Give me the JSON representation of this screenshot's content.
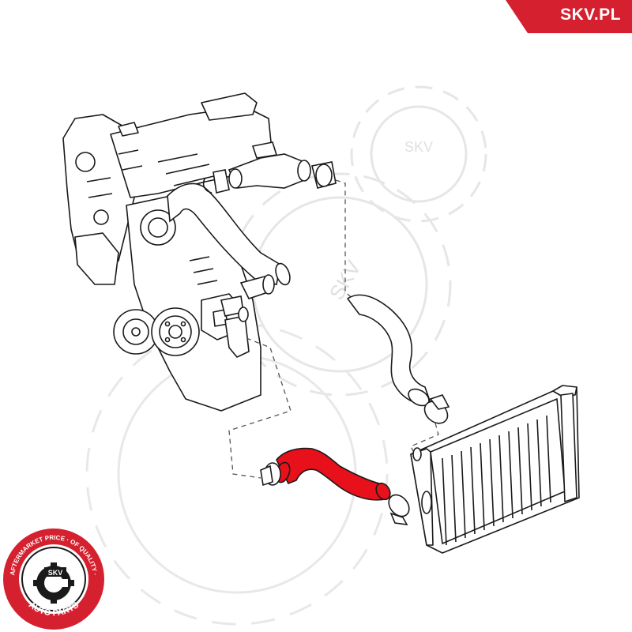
{
  "brand": {
    "site": "SKV.PL",
    "accent_color": "#d5202f"
  },
  "watermark": {
    "text": "SKV",
    "color": "#e6e6e6"
  },
  "seal": {
    "top_text": "AFTERMARKET PRICE · OF QUALITY ·",
    "bottom_text": "AUTO PARTS",
    "center_label": "SKV",
    "color": "#d5202f"
  },
  "diagram": {
    "line_color": "#1a1a1a",
    "highlight_color": "#e8101a",
    "highlighted_part": "radiator-lower-hose"
  }
}
